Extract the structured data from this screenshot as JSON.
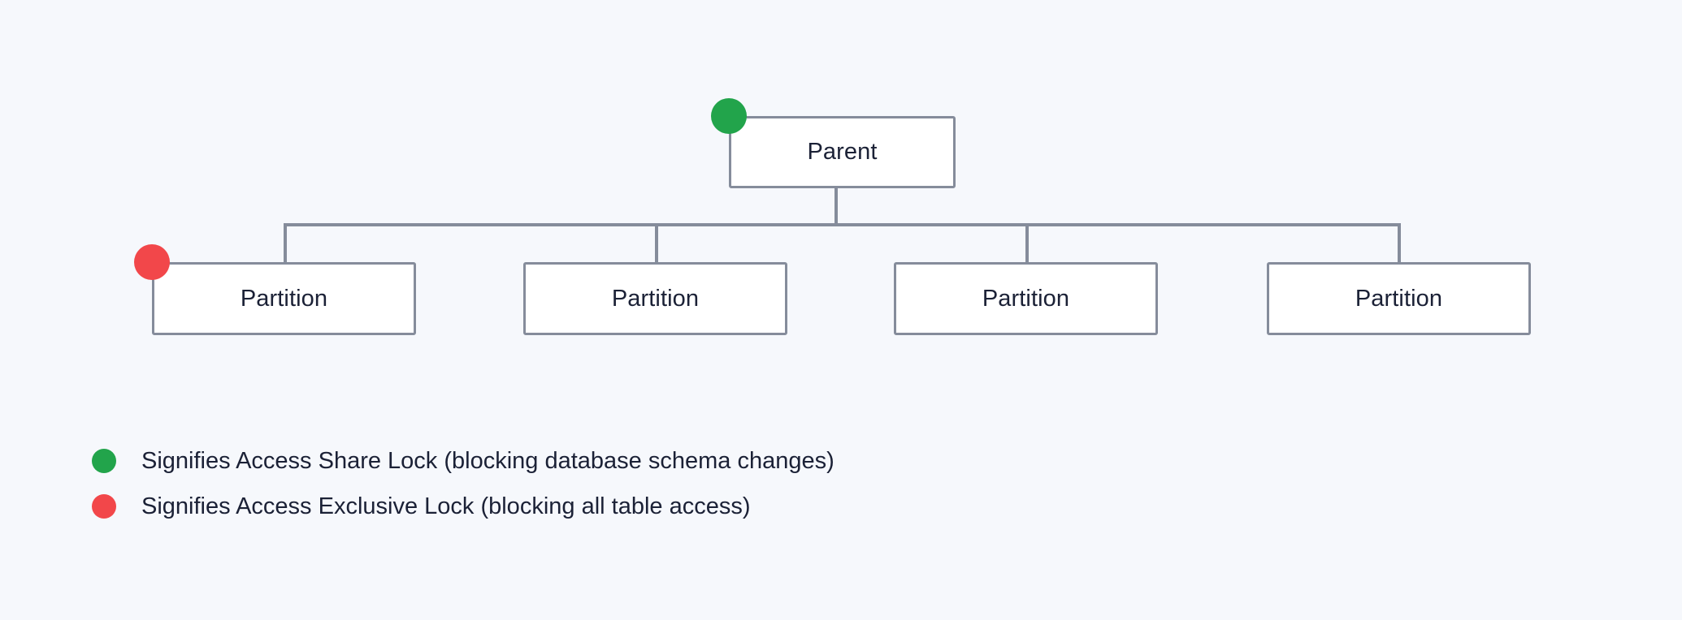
{
  "diagram": {
    "type": "tree",
    "background_color": "#f6f8fc",
    "line_color": "#858c9b",
    "node_fill": "#ffffff",
    "node_text_color": "#1b2136",
    "root": {
      "label": "Parent",
      "badge": {
        "kind": "access-share-lock",
        "color": "#22a44b",
        "position": "top-left"
      }
    },
    "children": [
      {
        "label": "Partition",
        "badge": {
          "kind": "access-exclusive-lock",
          "color": "#f2474a",
          "position": "top-left"
        }
      },
      {
        "label": "Partition",
        "badge": null
      },
      {
        "label": "Partition",
        "badge": null
      },
      {
        "label": "Partition",
        "badge": null
      }
    ]
  },
  "legend": {
    "items": [
      {
        "color": "#22a44b",
        "marker": "green-circle-icon",
        "text": "Signifies Access Share Lock (blocking database schema changes)"
      },
      {
        "color": "#f2474a",
        "marker": "red-circle-icon",
        "text": "Signifies Access Exclusive Lock (blocking all table access)"
      }
    ]
  }
}
